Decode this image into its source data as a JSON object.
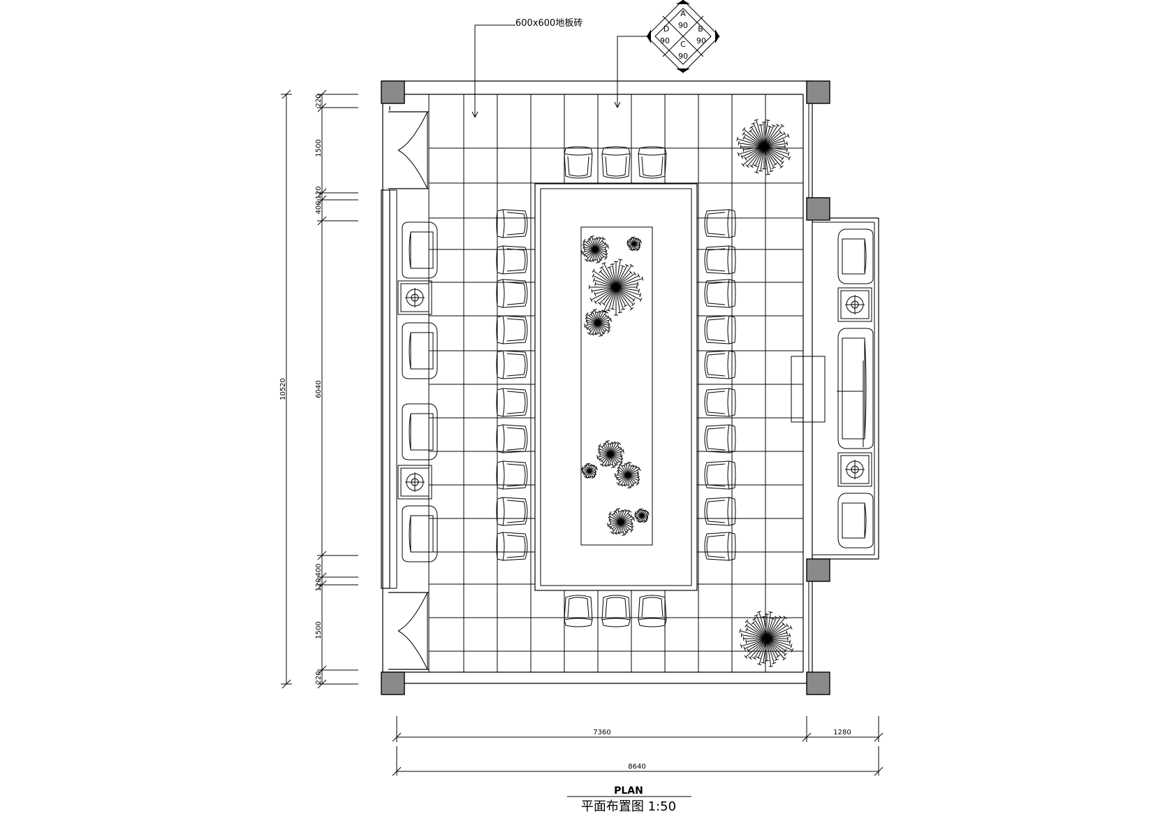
{
  "annotations": {
    "floor_tile": "600x600地板砖",
    "index_symbol": {
      "a": "A",
      "b": "B",
      "c": "C",
      "d": "D",
      "angle_a": "90",
      "angle_b": "90",
      "angle_c": "90",
      "angle_d": "90"
    }
  },
  "dimensions": {
    "left_total": "10520",
    "left_segments": [
      "220",
      "1500",
      "120",
      "400",
      "6040",
      "400",
      "120",
      "1500",
      "220"
    ],
    "bottom_main": "7360",
    "bottom_side": "1280",
    "bottom_total": "8640"
  },
  "title": {
    "en": "PLAN",
    "zh": "平面布置图  1:50"
  }
}
